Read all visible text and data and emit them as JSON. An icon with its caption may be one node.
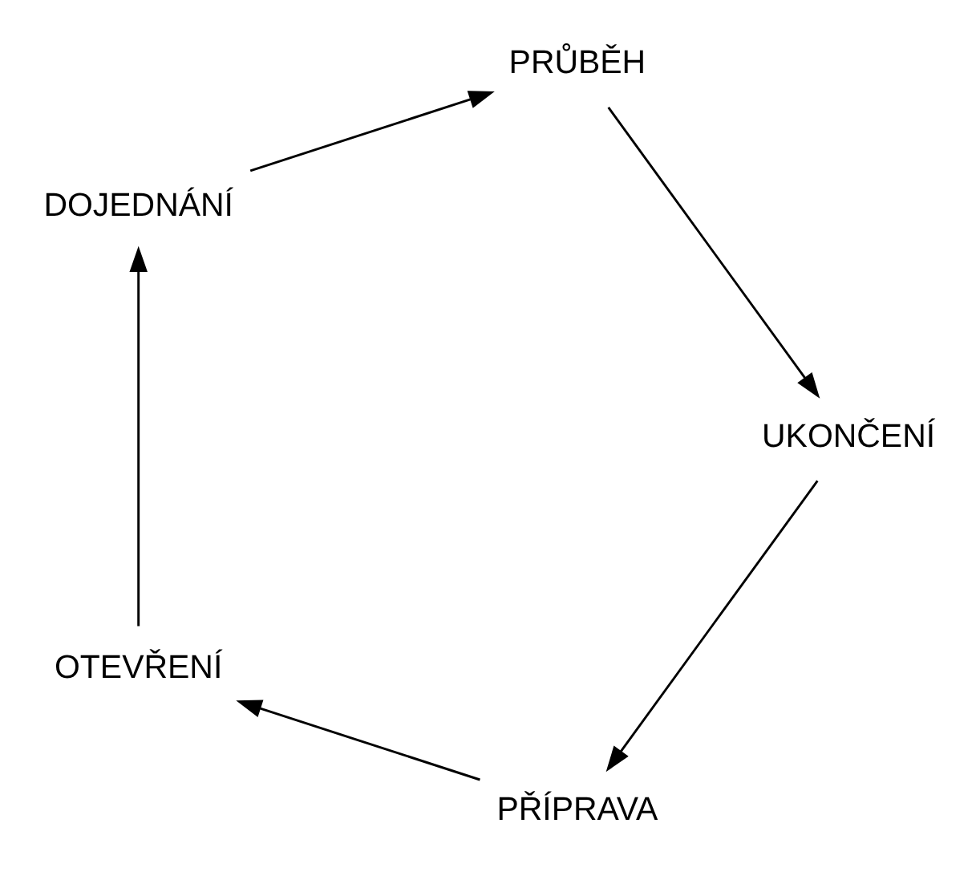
{
  "diagram": {
    "nodes": [
      {
        "text": [
          "PŘÍPRAVA"
        ]
      },
      {
        "text": [
          "OTEVŘENÍ"
        ]
      },
      {
        "text": [
          "DOJEDNÁNÍ"
        ]
      },
      {
        "text": [
          "PRŮBĚH"
        ]
      },
      {
        "text": [
          "UKONČENÍ"
        ]
      }
    ],
    "edges": [
      {
        "from": 0,
        "to": 1,
        "arrow": "to"
      },
      {
        "from": 1,
        "to": 2,
        "arrow": "to"
      },
      {
        "from": 2,
        "to": 3,
        "arrow": "to"
      },
      {
        "from": 3,
        "to": 4,
        "arrow": "to"
      },
      {
        "from": 4,
        "to": 0,
        "arrow": "to"
      }
    ]
  }
}
